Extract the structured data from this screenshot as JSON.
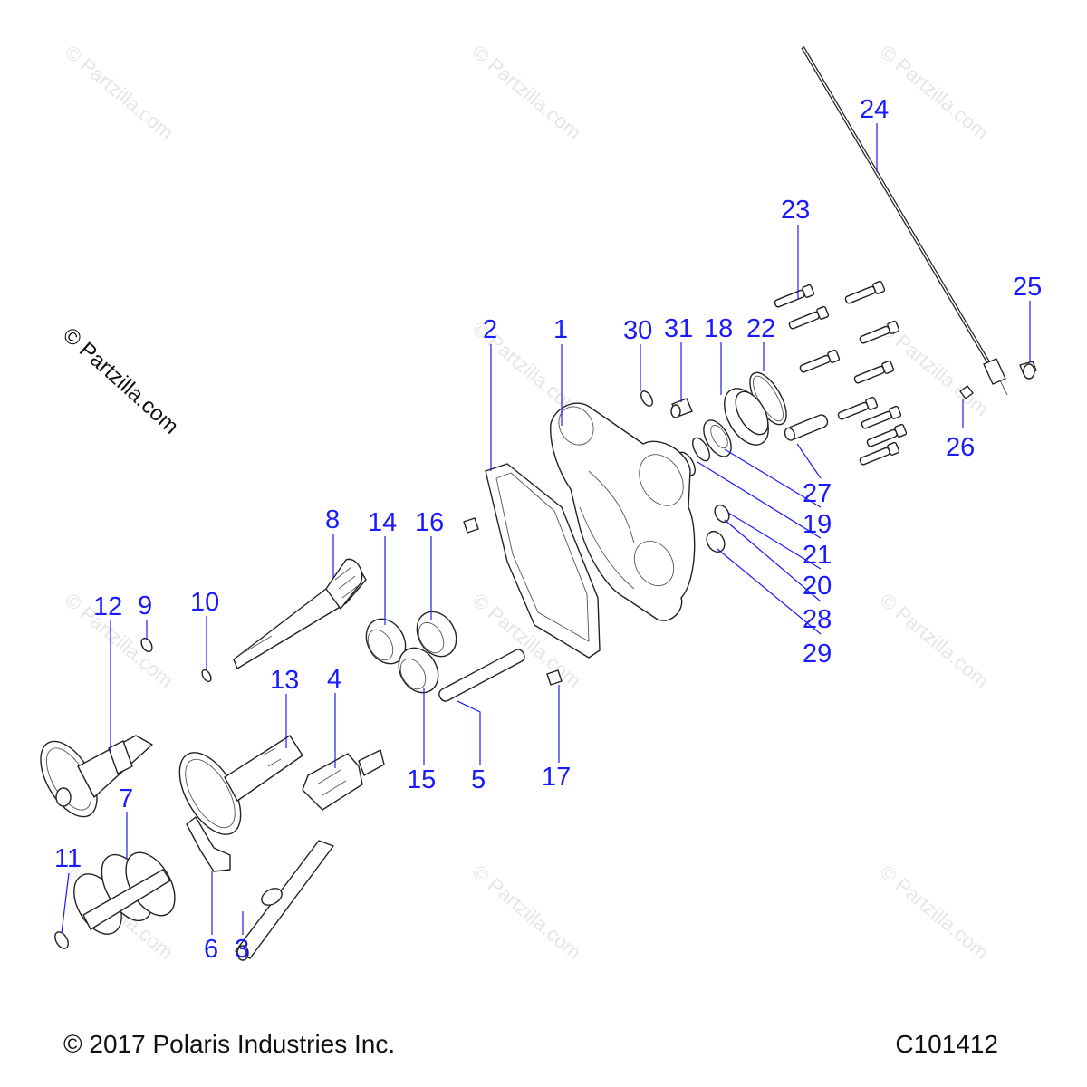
{
  "watermark": {
    "text": "© Partzilla.com",
    "side_text": "© Partzilla.com"
  },
  "labels": {
    "p1": "1",
    "p2": "2",
    "p3": "3",
    "p4": "4",
    "p5": "5",
    "p6": "6",
    "p7": "7",
    "p8": "8",
    "p9": "9",
    "p10": "10",
    "p11": "11",
    "p12": "12",
    "p13": "13",
    "p14": "14",
    "p15": "15",
    "p16": "16",
    "p17": "17",
    "p18": "18",
    "p19": "19",
    "p20": "20",
    "p21": "21",
    "p22": "22",
    "p23": "23",
    "p24": "24",
    "p25": "25",
    "p26": "26",
    "p27": "27",
    "p28": "28",
    "p29": "29",
    "p30": "30",
    "p31": "31"
  },
  "footer": {
    "copyright": "© 2017 Polaris Industries Inc.",
    "drawing_id": "C101412"
  },
  "colors": {
    "label": "#1a1aff",
    "line": "#222222",
    "watermark": "#e6e6e6"
  }
}
